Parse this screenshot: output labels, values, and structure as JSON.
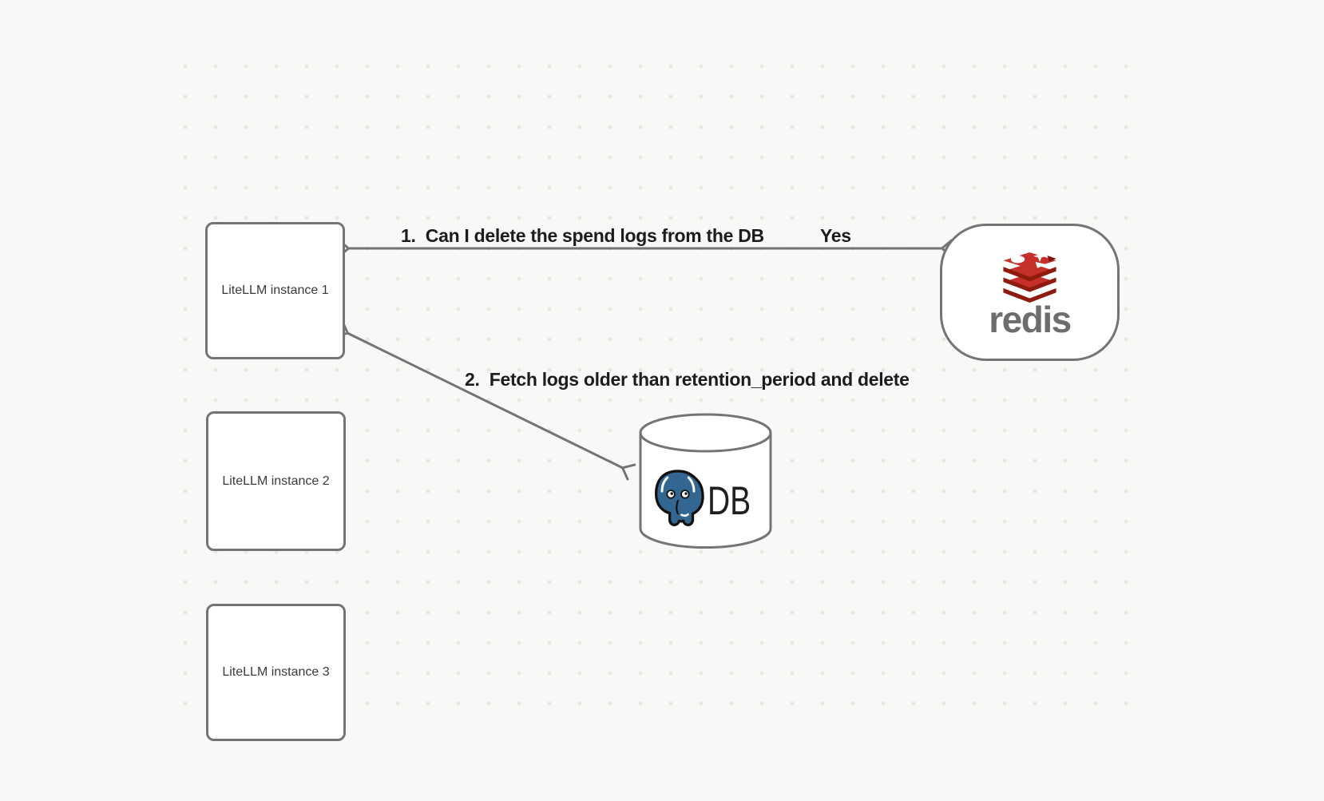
{
  "diagram": {
    "instances": [
      {
        "label": "LiteLLM instance 1"
      },
      {
        "label": "LiteLLM instance 2"
      },
      {
        "label": "LiteLLM instance 3"
      }
    ],
    "redis": {
      "name": "redis"
    },
    "db": {
      "name": "DB"
    },
    "edges": [
      {
        "label": "1.  Can I delete the spend logs from the DB",
        "reply": "Yes"
      },
      {
        "label": "2.  Fetch logs older than retention_period and delete"
      }
    ],
    "colors": {
      "background": "#f9f8f6",
      "grid_dot": "#e8e7e4",
      "stroke": "#747474",
      "node_fill": "#ffffff",
      "edge_label_text": "#1c1c1e",
      "node_label_text": "#3a3a3c",
      "redis_wordmark": "#6d6d6d",
      "redis_red": "#c6302b",
      "redis_red_dark": "#8e1b0e",
      "postgres_blue": "#336791",
      "db_text": "#1f1f21"
    }
  }
}
